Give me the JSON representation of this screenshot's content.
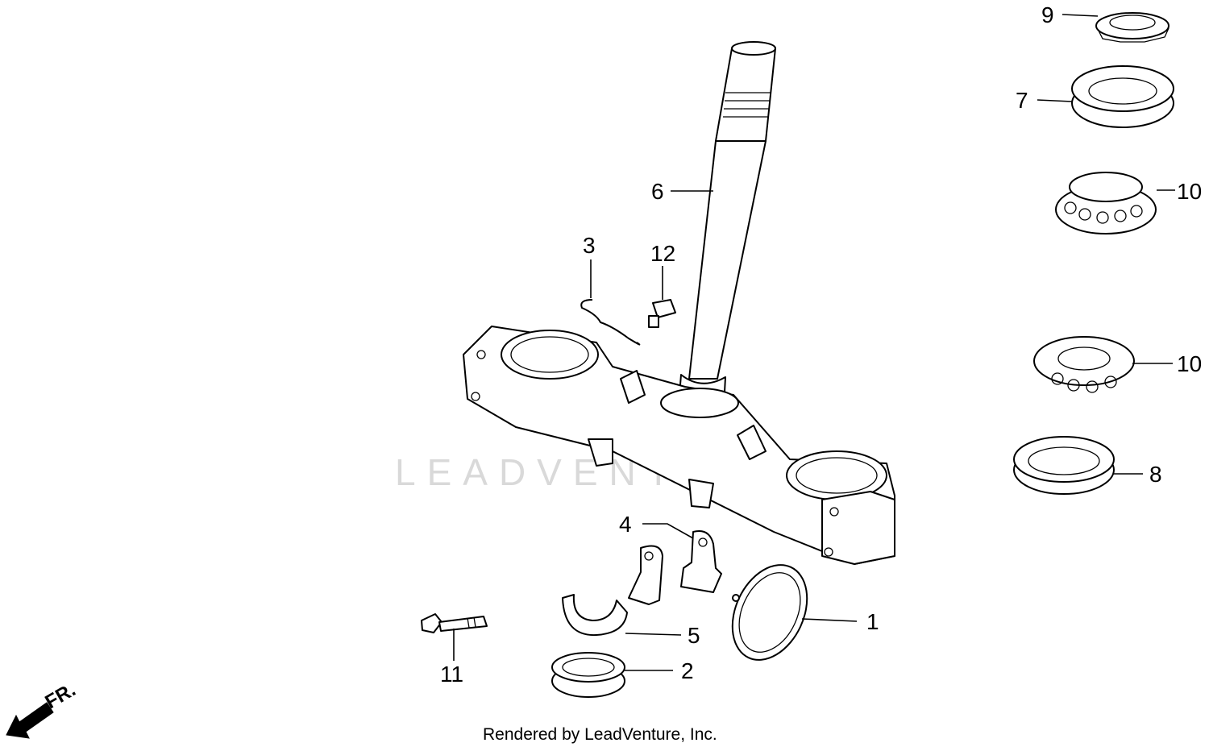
{
  "watermark": "LEADVENTURE",
  "credit": "Rendered by LeadVenture, Inc.",
  "front_marker": "FR.",
  "callouts": {
    "c1": "1",
    "c2": "2",
    "c3": "3",
    "c4": "4",
    "c5": "5",
    "c6": "6",
    "c7": "7",
    "c8": "8",
    "c9": "9",
    "c10a": "10",
    "c10b": "10",
    "c11": "11",
    "c12": "12"
  }
}
